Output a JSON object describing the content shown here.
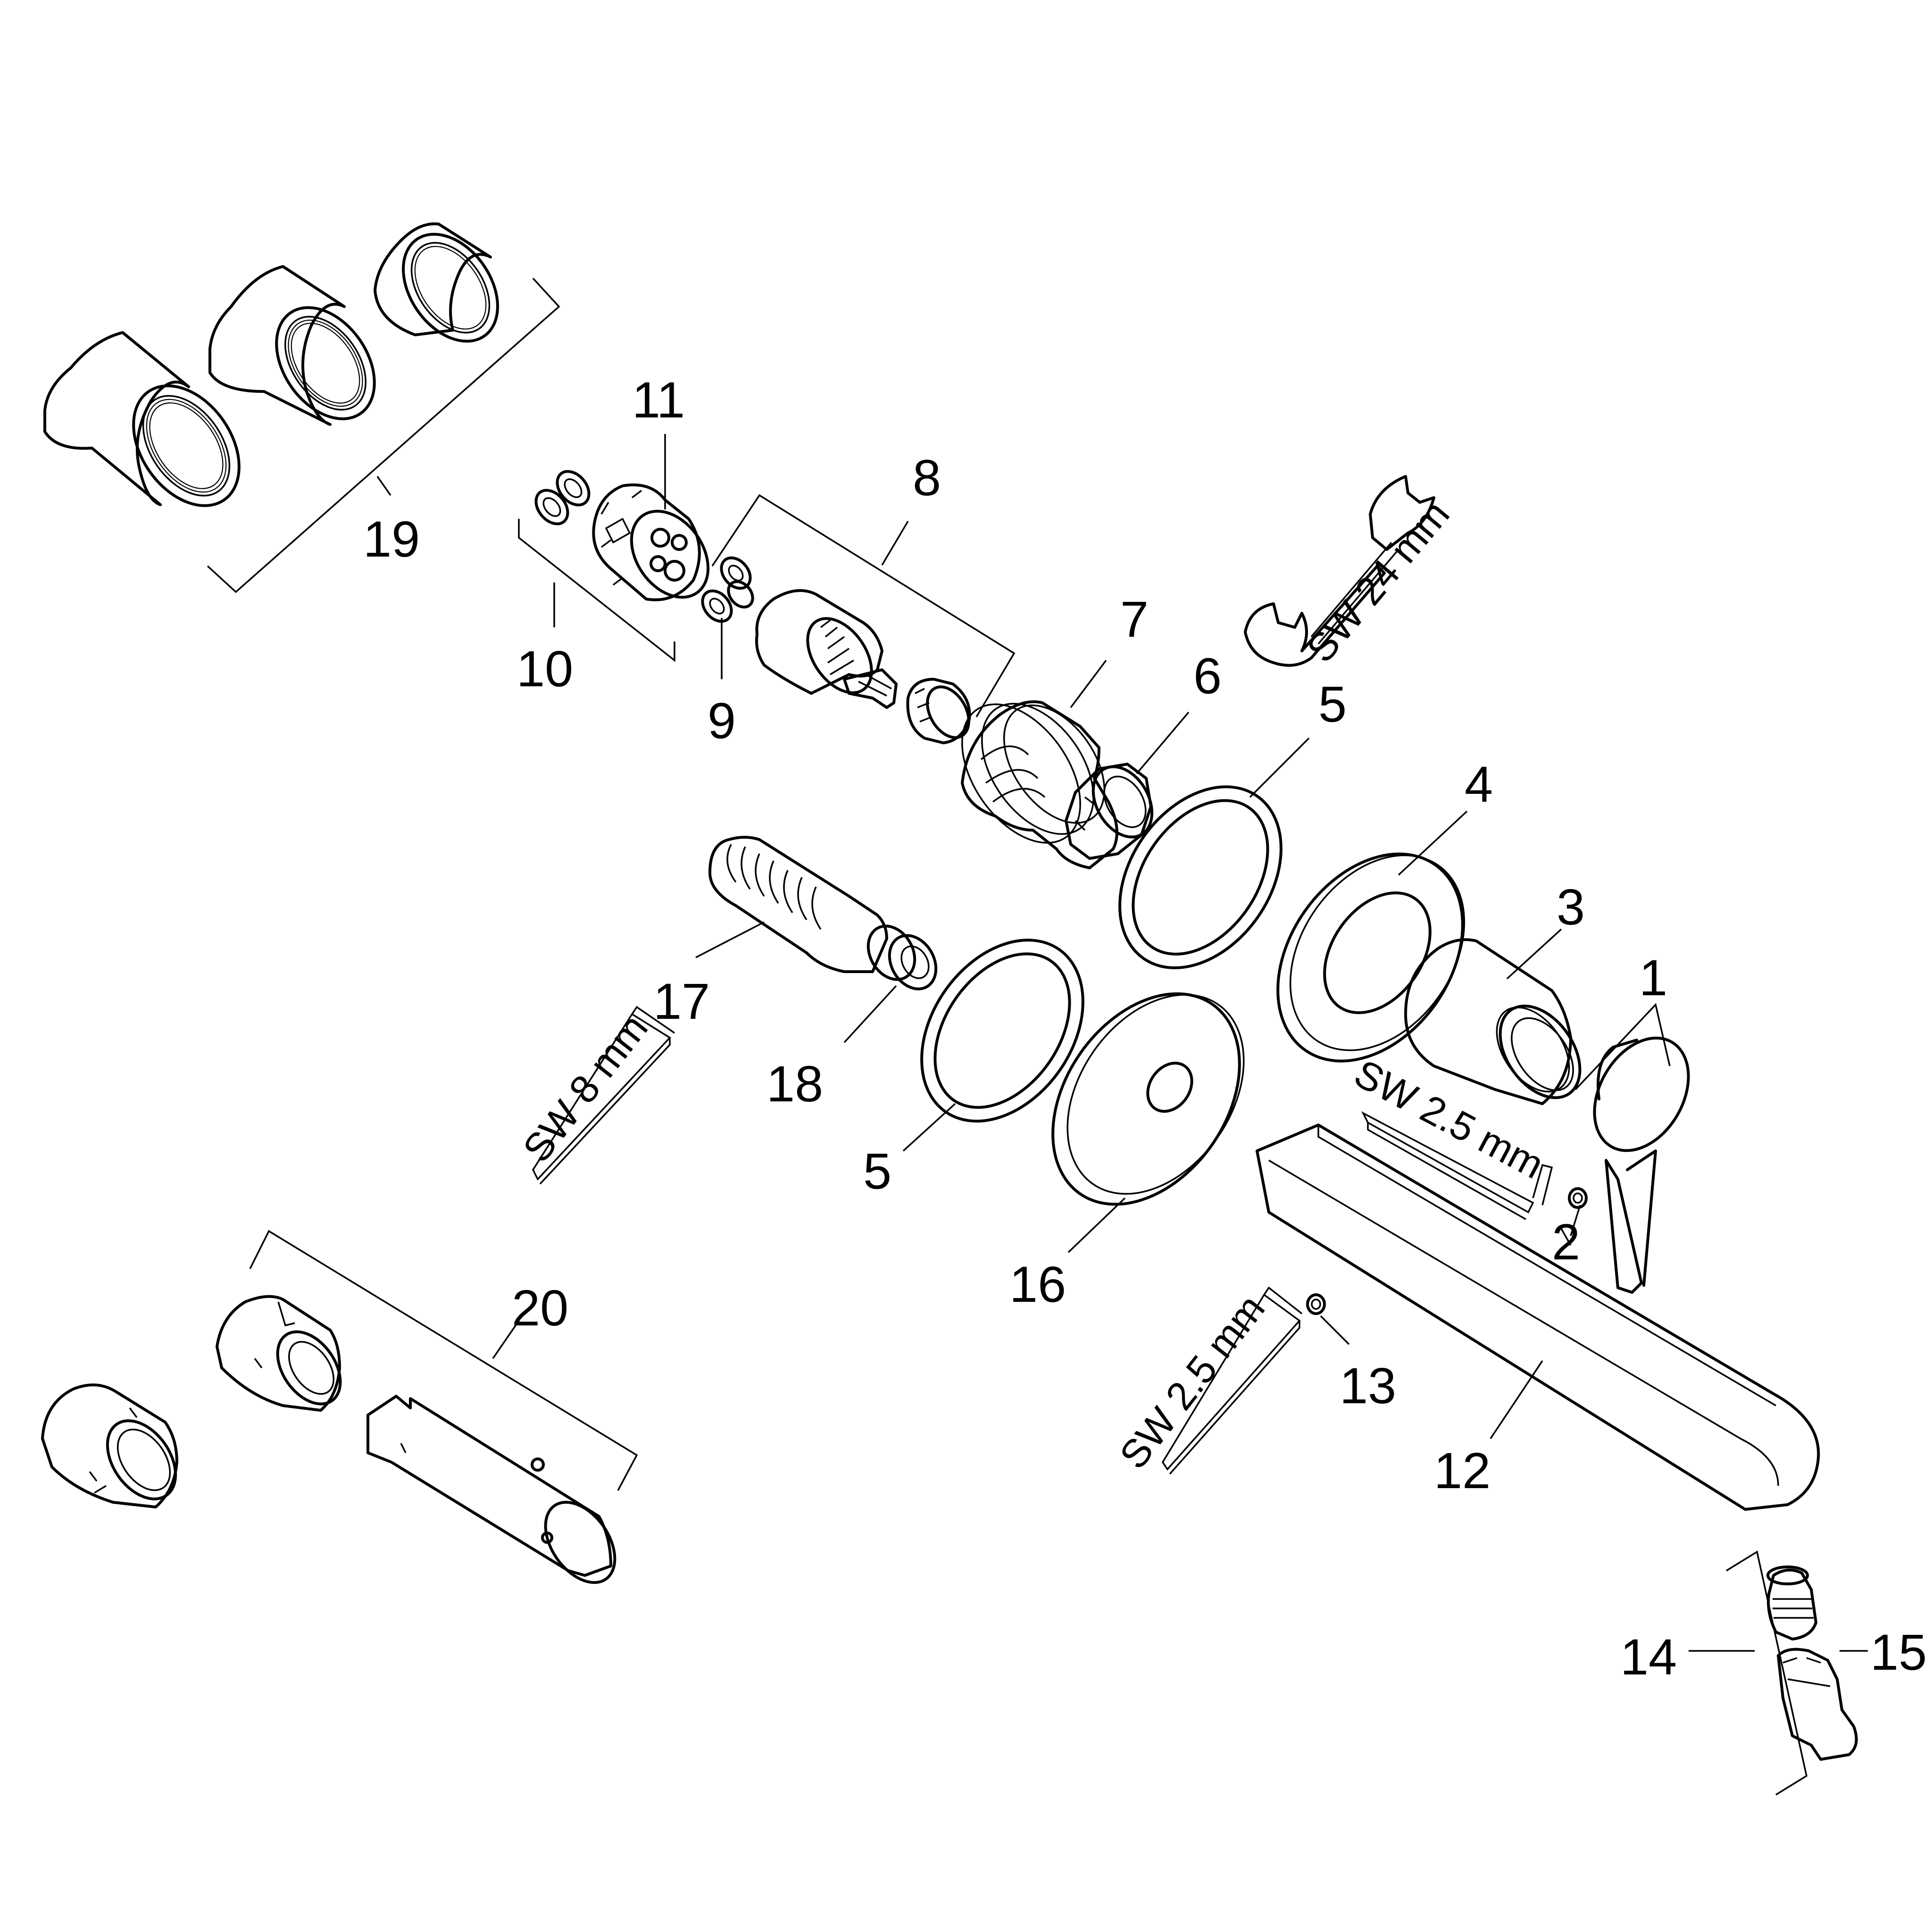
{
  "callouts": {
    "p1": "1",
    "p2": "2",
    "p3": "3",
    "p4": "4",
    "p5a": "5",
    "p5b": "5",
    "p6": "6",
    "p7": "7",
    "p8": "8",
    "p9": "9",
    "p10": "10",
    "p11": "11",
    "p12": "12",
    "p13": "13",
    "p14": "14",
    "p15": "15",
    "p16": "16",
    "p17": "17",
    "p18": "18",
    "p19": "19",
    "p20": "20"
  },
  "tools": {
    "wrench_24": "SW 24 mm",
    "hex_8": "SW 8 mm",
    "hex_25_handle": "SW 2.5 mm",
    "hex_25_spout": "SW 2.5 mm"
  }
}
